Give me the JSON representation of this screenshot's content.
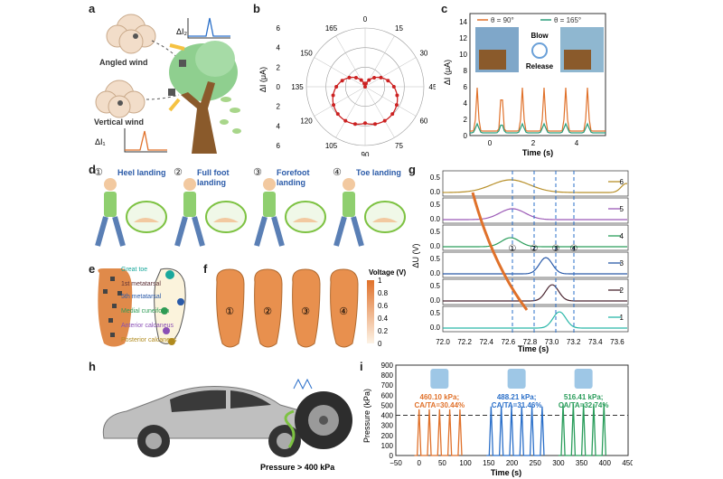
{
  "panels": {
    "a": {
      "letter": "a",
      "angled": "Angled wind",
      "vertical": "Vertical wind",
      "dI2": "ΔI₂",
      "dI1": "ΔI₁"
    },
    "b": {
      "letter": "b",
      "ylabel": "ΔI (μA)",
      "angle_labels": [
        "0",
        "15",
        "30",
        "45",
        "60",
        "75",
        "90",
        "105",
        "120",
        "135",
        "150",
        "165"
      ],
      "ticks_top": [
        "6",
        "4",
        "2",
        "0"
      ],
      "ticks_bottom": [
        "2",
        "4",
        "6"
      ]
    },
    "c": {
      "letter": "c",
      "legend": [
        "θ = 90°",
        "θ = 165°"
      ],
      "ylabel": "ΔI (μA)",
      "xlabel": "Time (s)",
      "yticks": [
        "0",
        "2",
        "4",
        "6",
        "8",
        "10",
        "12",
        "14"
      ],
      "xticks": [
        "0",
        "2",
        "4"
      ],
      "blow": "Blow",
      "release": "Release"
    },
    "d": {
      "letter": "d",
      "steps": [
        {
          "num": "①",
          "label": "Heel landing"
        },
        {
          "num": "②",
          "label": "Full foot landing"
        },
        {
          "num": "③",
          "label": "Forefoot landing"
        },
        {
          "num": "④",
          "label": "Toe landing"
        }
      ]
    },
    "e": {
      "letter": "e",
      "labels": [
        "Great toe",
        "1st metatarsal",
        "5th metatarsal",
        "Medial cuneiform",
        "Anterior calcaneus",
        "Posterior calcaneus"
      ],
      "label_colors": [
        "#1aa89c",
        "#5b2f35",
        "#2a5aa8",
        "#2e9b55",
        "#8a4fb5",
        "#b08a1e"
      ]
    },
    "f": {
      "letter": "f",
      "colorbar_title": "Voltage (V)",
      "colorbar_ticks": [
        "1",
        "0.8",
        "0.6",
        "0.4",
        "0.2",
        "0"
      ],
      "feet": [
        "①",
        "②",
        "③",
        "④"
      ]
    },
    "g": {
      "letter": "g",
      "ylabel": "ΔU (V)",
      "xlabel": "Time (s)",
      "xticks": [
        "72.0",
        "72.2",
        "72.4",
        "72.6",
        "72.8",
        "73.0",
        "73.2",
        "73.4",
        "73.6"
      ],
      "channels": [
        "6",
        "5",
        "4",
        "3",
        "2",
        "1"
      ],
      "channel_colors": [
        "#b8902a",
        "#9b59b6",
        "#2a9d5b",
        "#2a5aa8",
        "#4a2530",
        "#2ab7a9"
      ],
      "yticks": [
        "0.5",
        "0.0"
      ],
      "phases": [
        "①",
        "②",
        "③",
        "④"
      ]
    },
    "h": {
      "letter": "h",
      "pressure": "Pressure > 400 kPa"
    },
    "i": {
      "letter": "i",
      "ylabel": "Pressure (kPa)",
      "xlabel": "Time (s)",
      "yticks": [
        "0",
        "100",
        "200",
        "300",
        "400",
        "500",
        "600",
        "700",
        "800",
        "900"
      ],
      "xticks": [
        "−50",
        "0",
        "50",
        "100",
        "150",
        "200",
        "250",
        "300",
        "350",
        "400",
        "450"
      ],
      "groups": [
        {
          "line1": "460.10 kPa;",
          "line2": "CA/TA=30.44%",
          "color": "#e0712a"
        },
        {
          "line1": "488.21 kPa;",
          "line2": "CA/TA=31.46%",
          "color": "#2a6fc9"
        },
        {
          "line1": "516.41 kPa;",
          "line2": "CA/TA=32.74%",
          "color": "#2a9d5b"
        }
      ]
    }
  }
}
